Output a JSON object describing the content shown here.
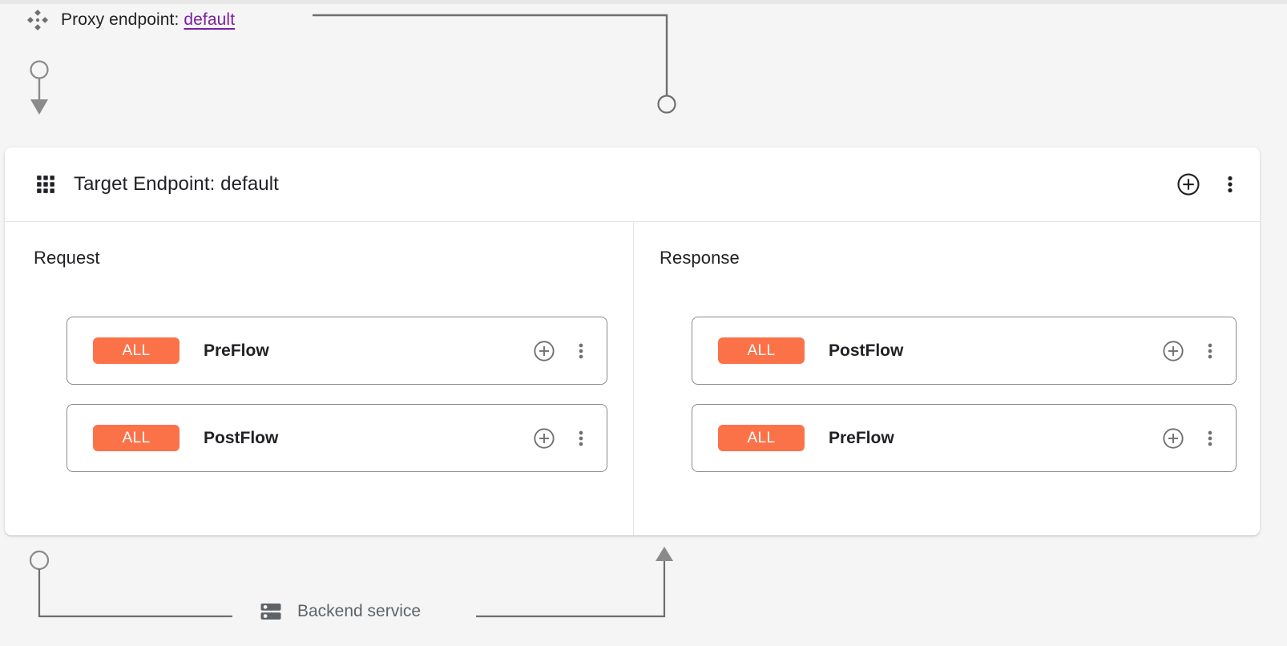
{
  "proxy": {
    "icon": "diamond-cluster-icon",
    "label": "Proxy endpoint:",
    "link_text": "default",
    "link_color": "#7b1fa2"
  },
  "panel": {
    "icon": "grid-apps-icon",
    "title": "Target Endpoint: default",
    "actions": [
      {
        "icon": "plus-circle-icon",
        "name": "add-button"
      },
      {
        "icon": "kebab-menu-icon",
        "name": "more-options-button"
      }
    ]
  },
  "columns": [
    {
      "title": "Request",
      "direction": "down",
      "flows": [
        {
          "badge": "ALL",
          "name": "PreFlow",
          "badge_color": "#fb7249"
        },
        {
          "badge": "ALL",
          "name": "PostFlow",
          "badge_color": "#fb7249"
        }
      ]
    },
    {
      "title": "Response",
      "direction": "up",
      "flows": [
        {
          "badge": "ALL",
          "name": "PostFlow",
          "badge_color": "#fb7249"
        },
        {
          "badge": "ALL",
          "name": "PreFlow",
          "badge_color": "#fb7249"
        }
      ]
    }
  ],
  "backend": {
    "icon": "server-rack-icon",
    "label": "Backend service"
  },
  "card_actions": {
    "add": "plus-circle-icon",
    "more": "kebab-menu-icon"
  },
  "colors": {
    "background": "#f5f5f5",
    "panel": "#ffffff",
    "accent_orange": "#fb7249",
    "link_purple": "#7b1fa2",
    "line_grey": "#6f6f6f",
    "text_grey": "#5f6368"
  }
}
